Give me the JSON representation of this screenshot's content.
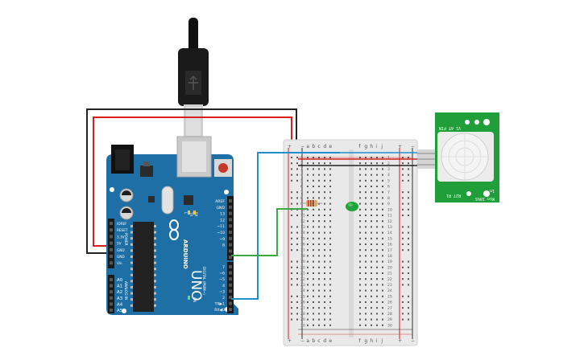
{
  "arduino": {
    "model": "UNO",
    "brand": "ARDUINO",
    "power_title": "POWER",
    "analog_title": "ANALOG IN",
    "digital_title": "DIGITAL (PWM~)",
    "on_label": "ON",
    "tx_label": "TX",
    "rx_label": "RX",
    "l_label": "L",
    "power_pins": [
      "IOREF",
      "RESET",
      "3.3V",
      "5V",
      "GND",
      "GND",
      "Vin"
    ],
    "analog_pins": [
      "A0",
      "A1",
      "A2",
      "A3",
      "A4",
      "A5"
    ],
    "digital_pins": [
      "AREF",
      "GND",
      "13",
      "12",
      "~11",
      "~10",
      "~9",
      "8",
      "7",
      "~6",
      "~5",
      "4",
      "~3",
      "2",
      "TX▶1",
      "RX◀0"
    ]
  },
  "breadboard": {
    "columns": [
      "a",
      "b",
      "c",
      "d",
      "e",
      "f",
      "g",
      "h",
      "i",
      "j"
    ],
    "row_numbers": [
      "1",
      "2",
      "3",
      "4",
      "5",
      "6",
      "7",
      "8",
      "9",
      "10",
      "11",
      "12",
      "13",
      "14",
      "15",
      "16",
      "17",
      "18",
      "19",
      "20",
      "21",
      "22",
      "23",
      "24",
      "25",
      "26",
      "27",
      "28",
      "29",
      "30"
    ],
    "plus": "+",
    "minus": "−"
  },
  "pir_sensor": {
    "top_text": "V1 AT PIN",
    "bottom_text": "R27 R1",
    "side_text_right": "1n",
    "side_text_left": "Min 10%S"
  },
  "colors": {
    "arduino_board": "#1e6fa6",
    "breadboard": "#e9e9e9",
    "pir_board": "#1f9e3a",
    "wire_red": "#d4211f",
    "wire_black": "#222222",
    "wire_blue": "#1f8fcf",
    "wire_green": "#3aa844",
    "led": "#21a33b",
    "usb_cable": "#1a1a1a"
  },
  "icons": {
    "usb_connector": "usb-plug-icon",
    "dc_jack": "dc-jack-icon",
    "reset_button": "reset-button-icon",
    "logo": "infinity-logo-icon"
  }
}
